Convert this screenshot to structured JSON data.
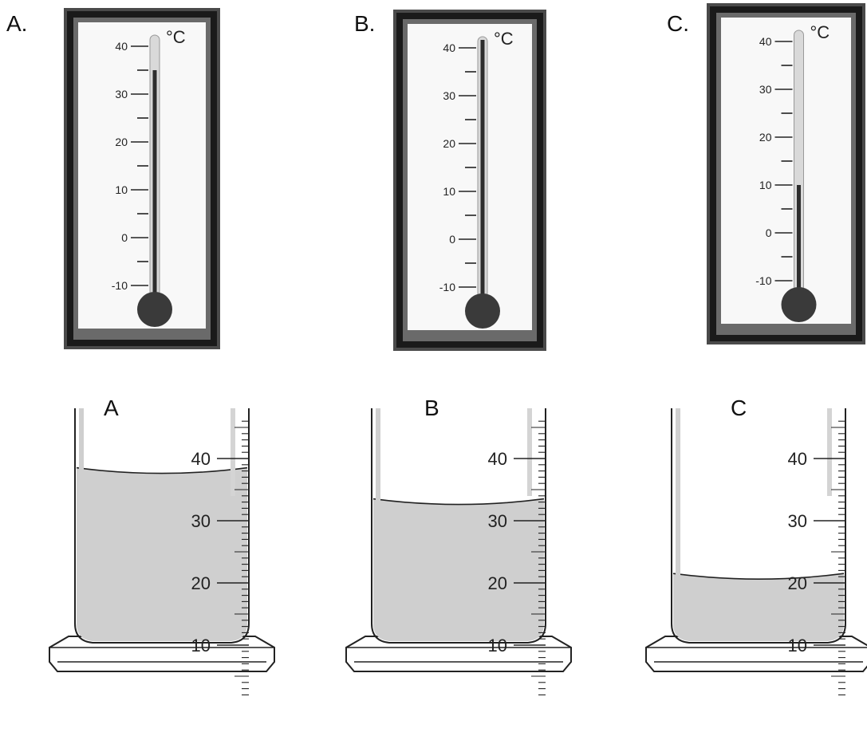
{
  "thermometers": [
    {
      "label": "A.",
      "unit": "°C",
      "reading": 35,
      "scale_min": -10,
      "scale_max": 40,
      "ticks": [
        "40",
        "30",
        "20",
        "10",
        "0",
        "-10"
      ]
    },
    {
      "label": "B.",
      "unit": "°C",
      "reading": 42,
      "scale_min": -10,
      "scale_max": 40,
      "ticks": [
        "40",
        "30",
        "20",
        "10",
        "0",
        "-10"
      ]
    },
    {
      "label": "C.",
      "unit": "°C",
      "reading": 10,
      "scale_min": -10,
      "scale_max": 40,
      "ticks": [
        "40",
        "30",
        "20",
        "10",
        "0",
        "-10"
      ]
    }
  ],
  "cylinders": [
    {
      "label": "A",
      "volume": 38,
      "ticks": [
        "40",
        "30",
        "20",
        "10"
      ]
    },
    {
      "label": "B",
      "volume": 33,
      "ticks": [
        "40",
        "30",
        "20",
        "10"
      ]
    },
    {
      "label": "C",
      "volume": 21,
      "ticks": [
        "40",
        "30",
        "20",
        "10"
      ]
    }
  ],
  "colors": {
    "frame": "#1a1a1a",
    "mercury": "#2e2e2e",
    "bulb": "#3a3a3a",
    "liquid": "#cfcfcf",
    "glass": "#d9d9d9"
  }
}
